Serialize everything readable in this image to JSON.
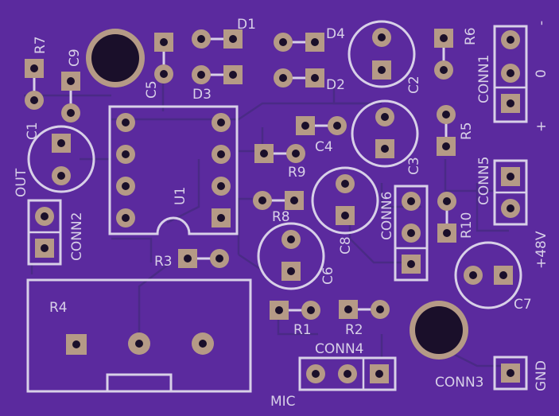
{
  "board": {
    "colors": {
      "substrate": "#5b2a9e",
      "silkscreen": "#d8d0e8",
      "pad": "#b59a86",
      "hole": "#1a0f2a",
      "trace": "#4a2a86"
    },
    "labels": {
      "D1": "D1",
      "D2": "D2",
      "D3": "D3",
      "D4": "D4",
      "C1": "C1",
      "C2": "C2",
      "C3": "C3",
      "C4": "C4",
      "C5": "C5",
      "C6": "C6",
      "C7": "C7",
      "C8": "C8",
      "C9": "C9",
      "R1": "R1",
      "R2": "R2",
      "R3": "R3",
      "R4": "R4",
      "R5": "R5",
      "R6": "R6",
      "R7": "R7",
      "R8": "R8",
      "R9": "R9",
      "R10": "R10",
      "U1": "U1",
      "CONN1": "CONN1",
      "CONN2": "CONN2",
      "CONN3": "CONN3",
      "CONN4": "CONN4",
      "CONN5": "CONN5",
      "CONN6": "CONN6",
      "OUT": "OUT",
      "MIC": "MIC",
      "GND": "GND",
      "V48": "+48V",
      "minus": "-",
      "zero": "0",
      "plus": "+"
    }
  }
}
